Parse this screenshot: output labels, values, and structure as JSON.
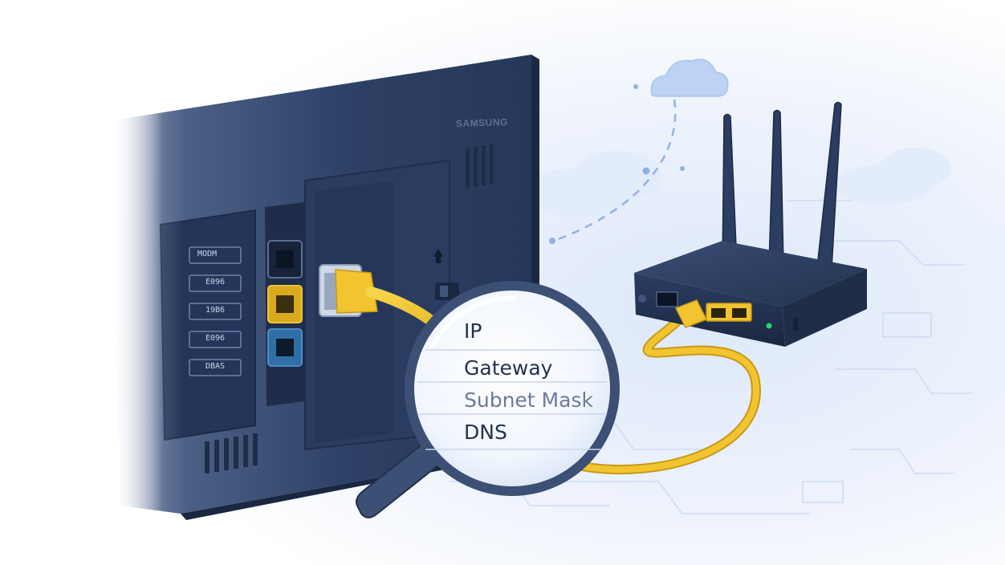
{
  "brand_label": "SAMSUNG",
  "lens": {
    "lines": [
      "IP",
      "Gateway",
      "Subnet Mask",
      "DNS"
    ]
  },
  "port_labels": [
    "MODM",
    "E096",
    "19B6",
    "E096",
    "DBAS"
  ],
  "colors": {
    "tv_body": "#2c3e63",
    "tv_panel": "#22324f",
    "cable": "#f2c530",
    "router_body": "#283a5e",
    "lens_rim": "#3c4f74",
    "lens_text": "#22324f",
    "lens_text_faded": "#6c7c96",
    "status_led": "#2fd56b",
    "background_tint": "#e6eefb"
  }
}
